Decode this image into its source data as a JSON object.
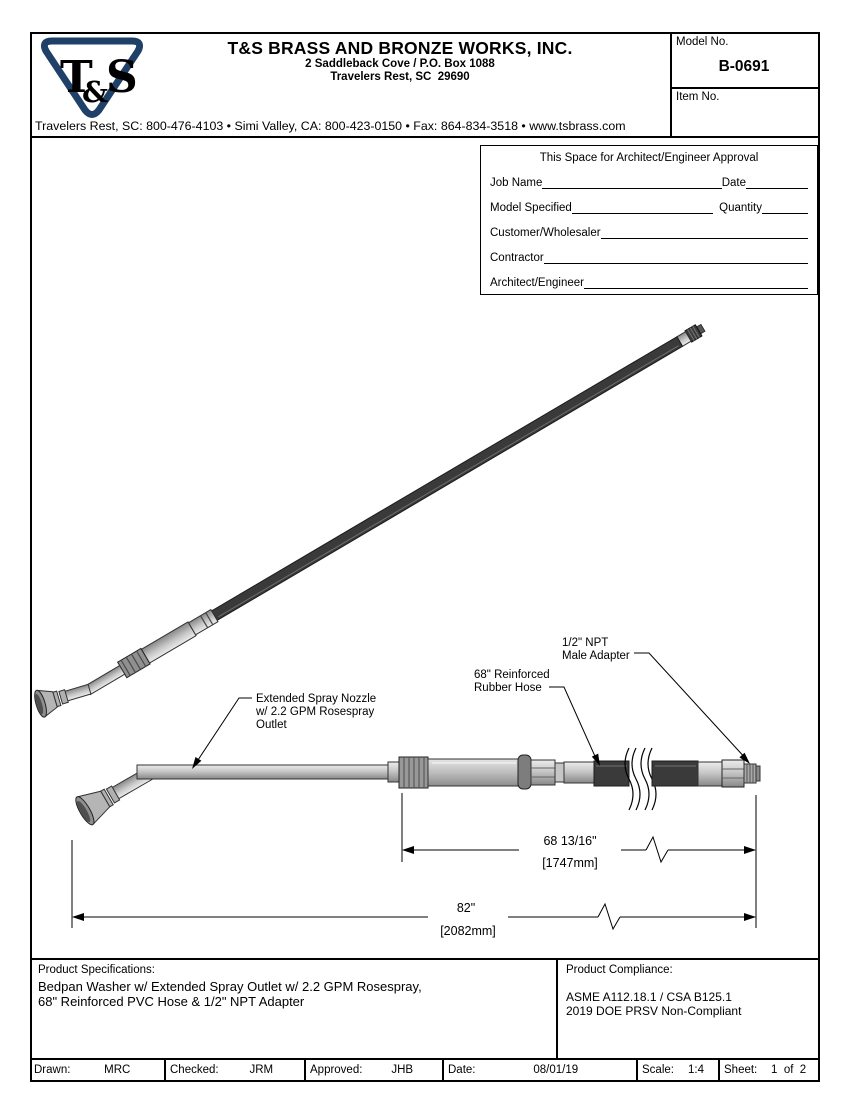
{
  "header": {
    "logo_text_t": "T",
    "logo_text_amp": "&",
    "logo_text_s": "S",
    "logo_color": "#1f4068",
    "company": "T&S BRASS AND BRONZE WORKS, INC.",
    "address_line1": "2 Saddleback Cove / P.O. Box 1088",
    "address_line2": "Travelers Rest, SC  29690",
    "contact": "Travelers Rest, SC: 800-476-4103 • Simi Valley, CA: 800-423-0150 • Fax: 864-834-3518 • www.tsbrass.com",
    "model_label": "Model No.",
    "model_value": "B-0691",
    "item_label": "Item No."
  },
  "approval": {
    "title": "This Space for Architect/Engineer Approval",
    "job_name_label": "Job Name",
    "date_label": "Date",
    "model_specified_label": "Model Specified",
    "quantity_label": "Quantity",
    "customer_label": "Customer/Wholesaler",
    "contractor_label": "Contractor",
    "architect_label": "Architect/Engineer"
  },
  "drawing": {
    "nozzle_label_line1": "Extended Spray Nozzle",
    "nozzle_label_line2": "w/ 2.2 GPM Rosespray",
    "nozzle_label_line3": "Outlet",
    "hose_label_line1": "68\" Reinforced",
    "hose_label_line2": "Rubber Hose",
    "adapter_label_line1": "1/2\" NPT",
    "adapter_label_line2": "Male Adapter",
    "dim_hose_in": "68 13/16\"",
    "dim_hose_mm": "[1747mm]",
    "dim_total_in": "82\"",
    "dim_total_mm": "[2082mm]"
  },
  "specifications": {
    "title": "Product Specifications:",
    "line1": "Bedpan Washer w/ Extended Spray Outlet w/ 2.2 GPM Rosespray,",
    "line2": "68\" Reinforced PVC Hose & 1/2\" NPT Adapter"
  },
  "compliance": {
    "title": "Product Compliance:",
    "line1": "ASME A112.18.1 / CSA B125.1",
    "line2": "2019 DOE PRSV Non-Compliant"
  },
  "footer": {
    "drawn_label": "Drawn:",
    "drawn_value": "MRC",
    "checked_label": "Checked:",
    "checked_value": "JRM",
    "approved_label": "Approved:",
    "approved_value": "JHB",
    "date_label": "Date:",
    "date_value": "08/01/19",
    "scale_label": "Scale:",
    "scale_value": "1:4",
    "sheet_label": "Sheet:",
    "sheet_value": "1  of  2"
  }
}
